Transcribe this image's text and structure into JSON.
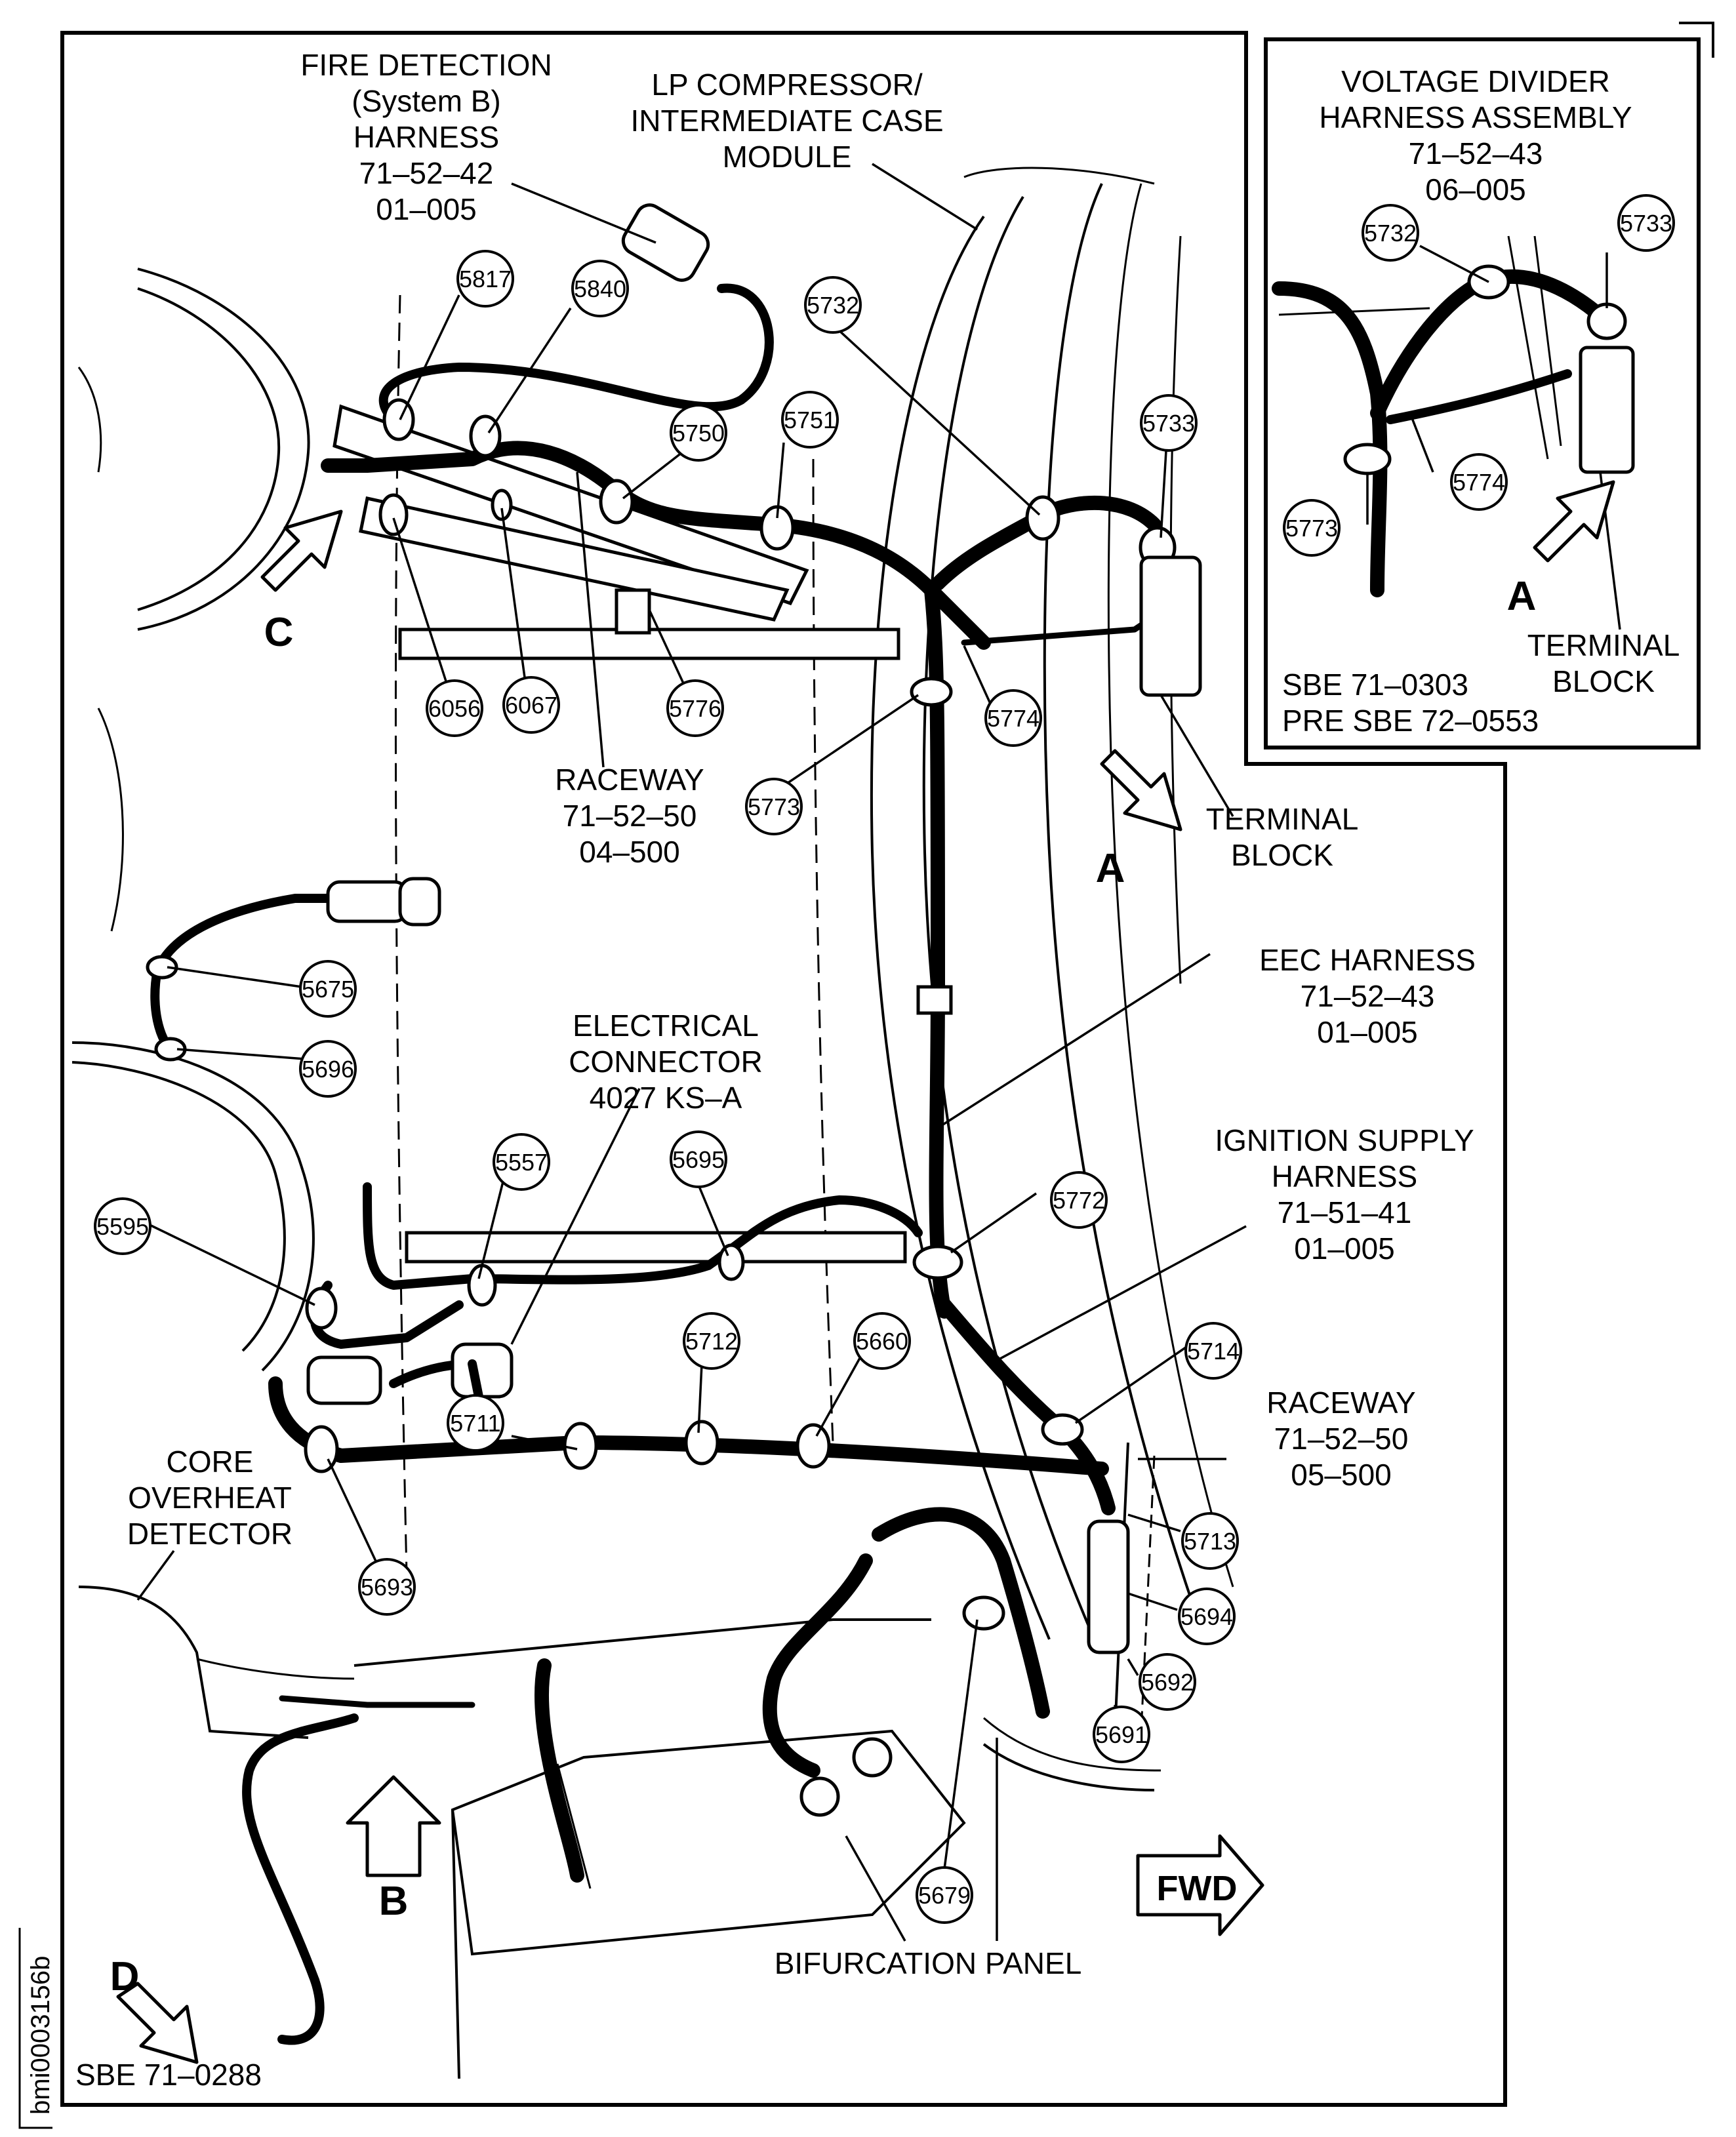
{
  "labels": {
    "fire_detection": [
      "FIRE DETECTION",
      "(System B)",
      "HARNESS",
      "71–52–42",
      "01–005"
    ],
    "lp_compressor": [
      "LP COMPRESSOR/",
      "INTERMEDIATE CASE",
      "MODULE"
    ],
    "voltage_divider": [
      "VOLTAGE DIVIDER",
      "HARNESS ASSEMBLY",
      "71–52–43",
      "06–005"
    ],
    "raceway_upper": [
      "RACEWAY",
      "71–52–50",
      "04–500"
    ],
    "terminal_block_main": [
      "TERMINAL",
      "BLOCK"
    ],
    "terminal_block_inset": [
      "TERMINAL",
      "BLOCK"
    ],
    "eec_harness": [
      "EEC HARNESS",
      "71–52–43",
      "01–005"
    ],
    "electrical_connector": [
      "ELECTRICAL",
      "CONNECTOR",
      "4027 KS–A"
    ],
    "ignition_supply": [
      "IGNITION SUPPLY",
      "HARNESS",
      "71–51–41",
      "01–005"
    ],
    "raceway_lower": [
      "RACEWAY",
      "71–52–50",
      "05–500"
    ],
    "core_overheat": [
      "CORE",
      "OVERHEAT",
      "DETECTOR"
    ],
    "bifurcation_panel": "BIFURCATION PANEL",
    "fwd": "FWD"
  },
  "view_letters": {
    "a_main": "A",
    "a_inset": "A",
    "b": "B",
    "c": "C",
    "d": "D"
  },
  "notes": {
    "inset_sbe_1": "SBE 71–0303",
    "inset_sbe_2": "PRE SBE 72–0553",
    "main_sbe": "SBE 71–0288",
    "figure_id": "bmi0003156b"
  },
  "callouts": {
    "c5817": "5817",
    "c5840": "5840",
    "c5750": "5750",
    "c5751": "5751",
    "c5732": "5732",
    "c5733": "5733",
    "c6056": "6056",
    "c6067": "6067",
    "c5776": "5776",
    "c5774": "5774",
    "c5773": "5773",
    "c5675": "5675",
    "c5696": "5696",
    "c5557": "5557",
    "c5695": "5695",
    "c5772": "5772",
    "c5595": "5595",
    "c5712": "5712",
    "c5660": "5660",
    "c5714": "5714",
    "c5711": "5711",
    "c5713": "5713",
    "c5693": "5693",
    "c5694": "5694",
    "c5692": "5692",
    "c5691": "5691",
    "c5679": "5679",
    "i5732": "5732",
    "i5733": "5733",
    "i5773": "5773",
    "i5774": "5774"
  }
}
